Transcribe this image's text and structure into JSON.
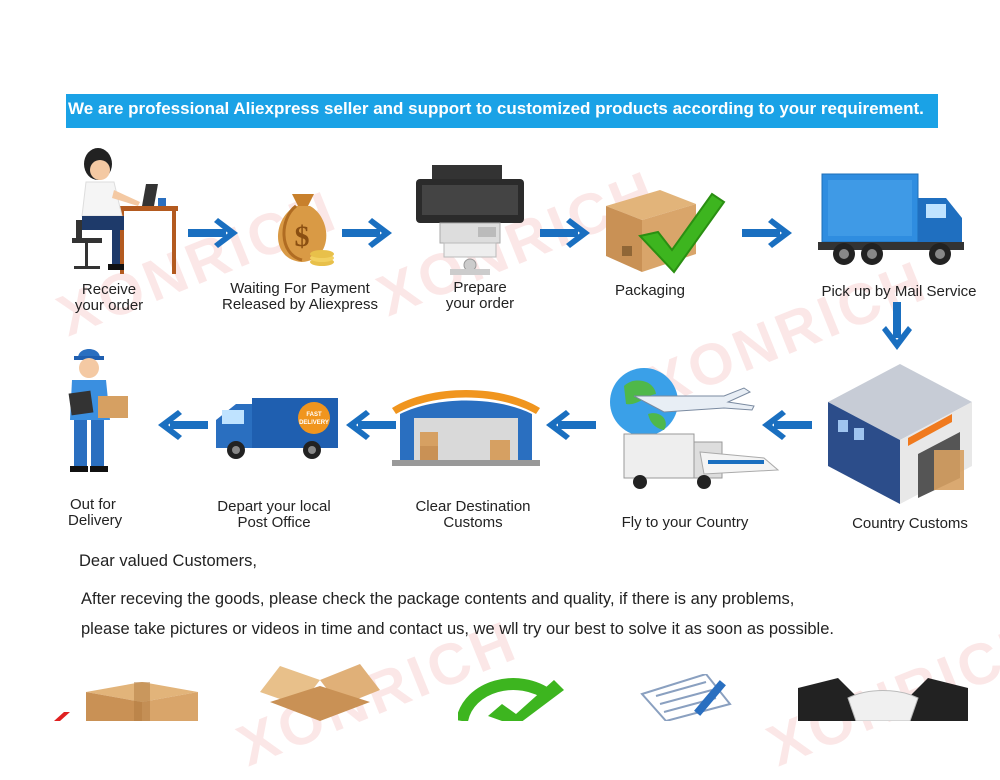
{
  "banner": {
    "text": "We are professional Aliexpress seller and support to customized products according to your requirement."
  },
  "watermark": "XONRICH",
  "steps": [
    {
      "line1": "Receive",
      "line2": "your order"
    },
    {
      "line1": "Waiting For Payment",
      "line2": "Released by Aliexpress"
    },
    {
      "line1": "Prepare",
      "line2": "your order"
    },
    {
      "line1": "Packaging",
      "line2": ""
    },
    {
      "line1": "Pick up by Mail Service",
      "line2": ""
    },
    {
      "line1": "Country Customs",
      "line2": ""
    },
    {
      "line1": "Fly to your Country",
      "line2": ""
    },
    {
      "line1": "Clear Destination",
      "line2": "Customs"
    },
    {
      "line1": "Depart your local",
      "line2": "Post Office"
    },
    {
      "line1": "Out for",
      "line2": "Delivery"
    }
  ],
  "van_badge": {
    "line1": "FAST",
    "line2": "DELIVERY"
  },
  "message": {
    "greeting": "Dear valued Customers,",
    "line1": "After receving the goods, please check the package contents and quality, if there is any problems,",
    "line2": "please take pictures or videos in time and contact us, we wll try our best to solve it as soon as possible."
  },
  "colors": {
    "banner": "#1aa2e6",
    "arrow": "#1a6fc0",
    "watermark": "#dc3c3c"
  }
}
